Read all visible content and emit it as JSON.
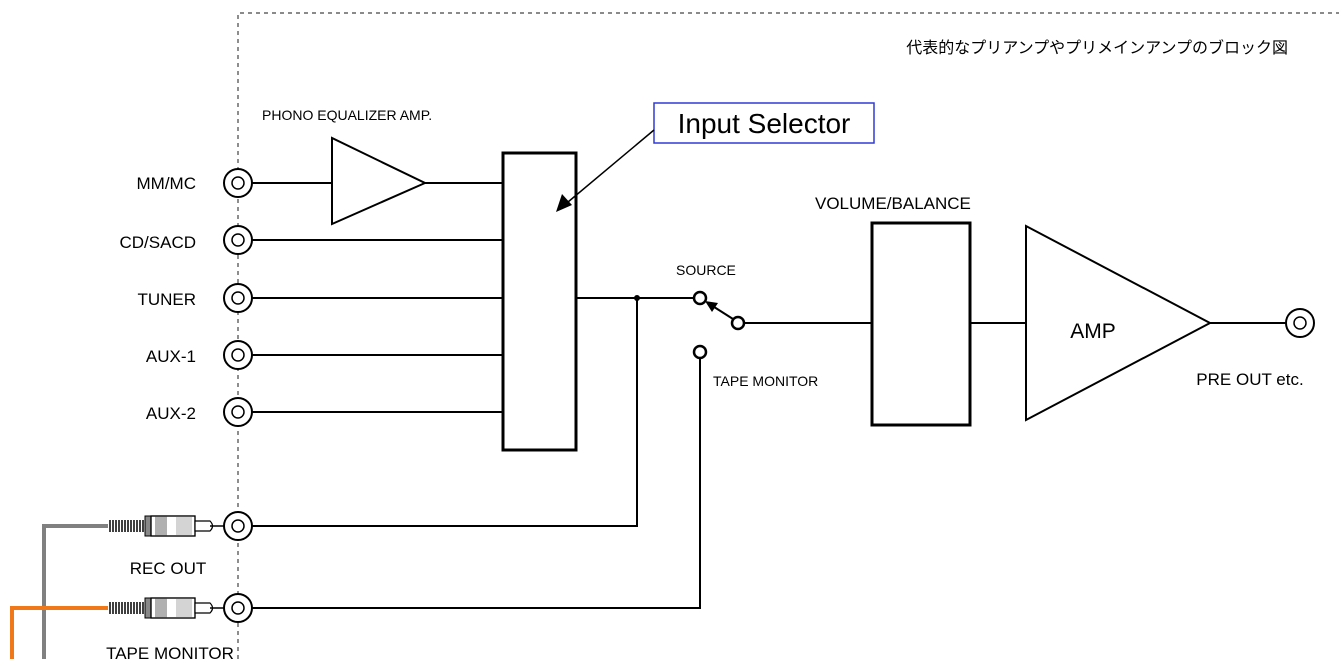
{
  "title": "代表的なプリアンプやプリメインアンプのブロック図",
  "inputs": [
    "MM/MC",
    "CD/SACD",
    "TUNER",
    "AUX-1",
    "AUX-2"
  ],
  "tape_jacks": [
    "REC OUT",
    "TAPE MONITOR"
  ],
  "blocks": {
    "phono": "PHONO EQUALIZER AMP.",
    "selector": "Input Selector",
    "volume": "VOLUME/BALANCE",
    "amp": "AMP"
  },
  "switch": {
    "source": "SOURCE",
    "tape_monitor": "TAPE MONITOR"
  },
  "output": "PRE OUT etc.",
  "colors": {
    "line": "#000000",
    "selector_box": "#2f3ad6",
    "rec_cable": "#808080",
    "monitor_cable": "#f07818"
  }
}
